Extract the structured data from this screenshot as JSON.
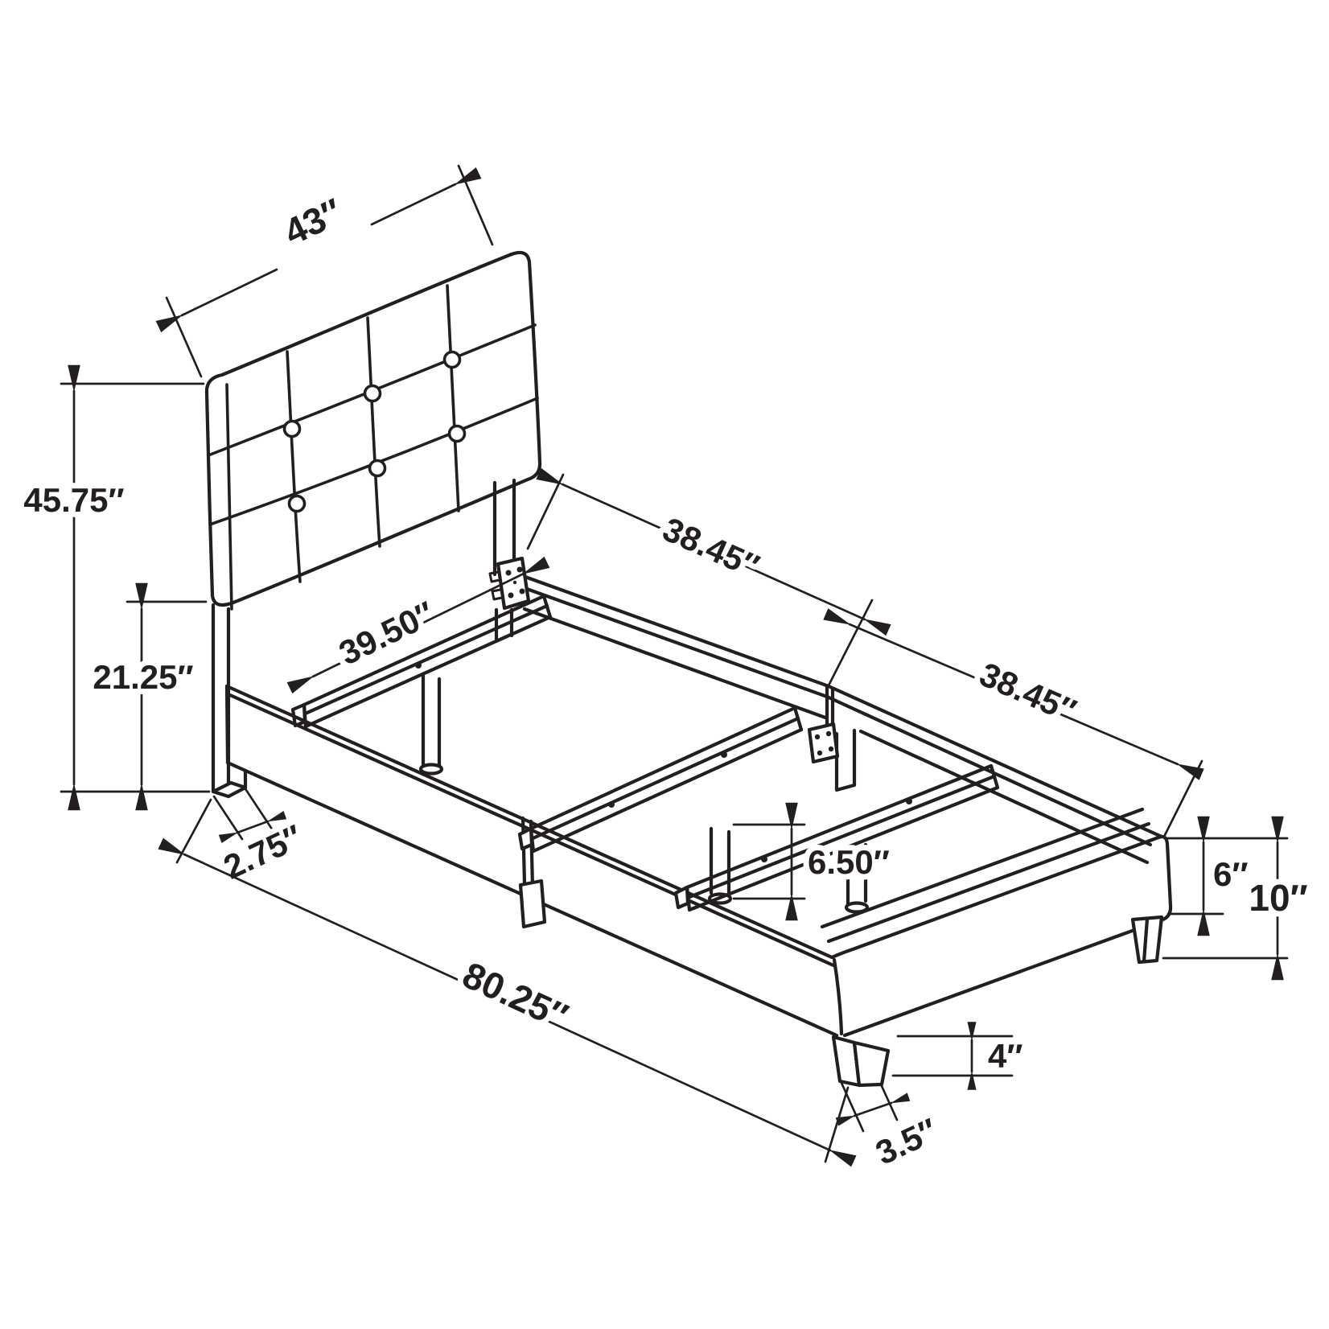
{
  "diagram": {
    "name": "bed-frame-dimension-drawing",
    "subject": "upholstered twin bed frame with tufted headboard, side rails, slats and legs",
    "units": "inches",
    "dimensions": {
      "headboard_width": "43″",
      "headboard_height": "45.75″",
      "headboard_lower_height": "21.25″",
      "slat_width": "39.50″",
      "side_rail_segment_front": "38.45″",
      "side_rail_segment_back": "38.45″",
      "headboard_leg_depth": "2.75″",
      "total_length": "80.25″",
      "center_leg_height": "6.50″",
      "rail_height": "6″",
      "frame_height": "10″",
      "corner_leg_height": "4″",
      "corner_leg_width": "3.5″"
    }
  },
  "colors": {
    "line": "#231f20",
    "background": "#ffffff"
  }
}
